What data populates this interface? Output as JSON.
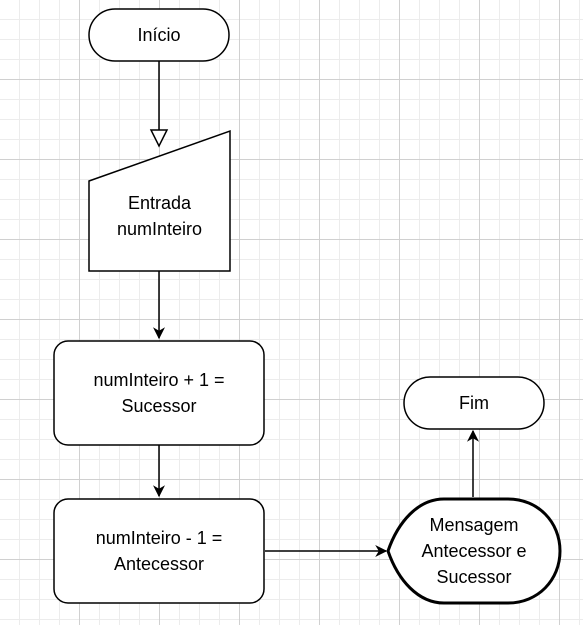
{
  "colors": {
    "stroke": "#000000",
    "fill": "#ffffff",
    "text": "#000000",
    "grid_major": "#d0d0d0",
    "grid_minor": "#ececec"
  },
  "nodes": {
    "inicio": {
      "label": "Início"
    },
    "entrada": {
      "label": "Entrada\nnumInteiro"
    },
    "sucessor": {
      "label": "numInteiro + 1 =\nSucessor"
    },
    "antecessor": {
      "label": "numInteiro - 1 =\nAntecessor"
    },
    "mensagem": {
      "label": "Mensagem\nAntecessor e\nSucessor"
    },
    "fim": {
      "label": "Fim"
    }
  }
}
